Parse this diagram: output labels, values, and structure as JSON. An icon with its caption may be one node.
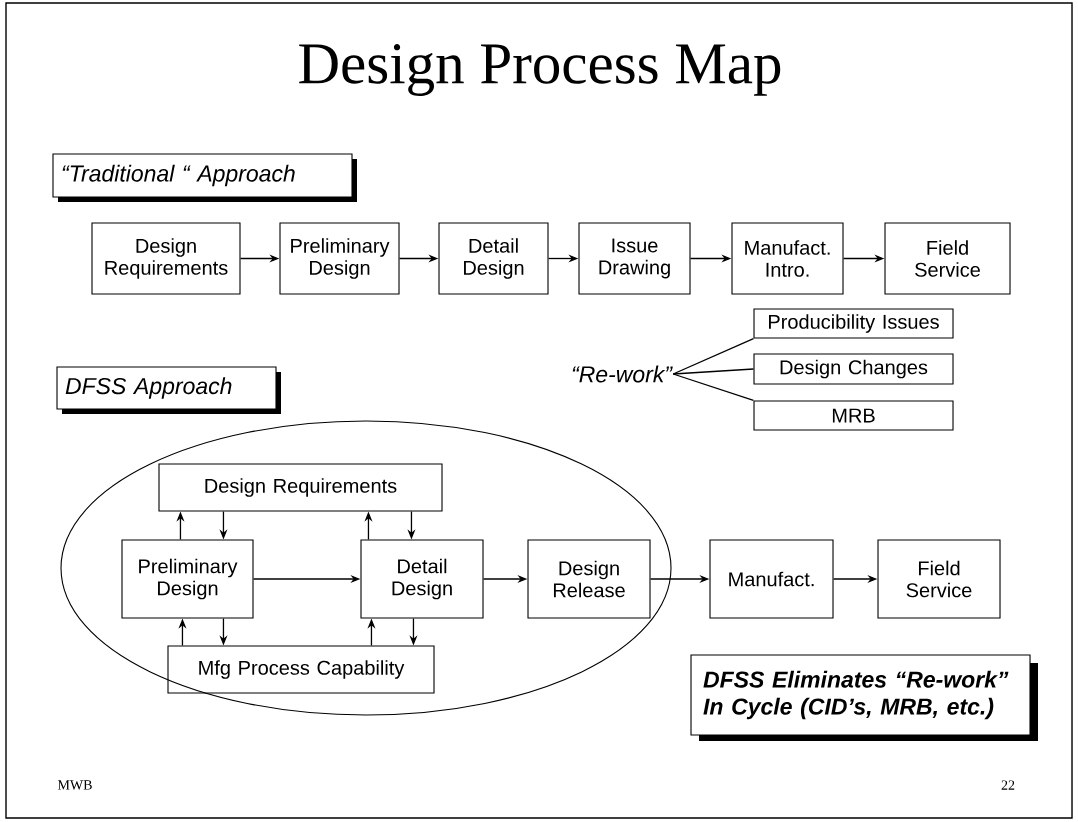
{
  "diagram": {
    "title": "Design Process Map",
    "nodes": [
      {
        "text": [
          "“Traditional “ Approach"
        ]
      },
      {
        "text": [
          "Design Requirements"
        ]
      },
      {
        "text": [
          "Preliminary Design"
        ]
      },
      {
        "text": [
          "Detail Design"
        ]
      },
      {
        "text": [
          "Issue Drawing"
        ]
      },
      {
        "text": [
          "Manufact. Intro."
        ]
      },
      {
        "text": [
          "Field Service"
        ]
      },
      {
        "text": [
          "“Re-work”"
        ]
      },
      {
        "text": [
          "Producibility Issues"
        ]
      },
      {
        "text": [
          "Design Changes"
        ]
      },
      {
        "text": [
          "MRB"
        ]
      },
      {
        "text": [
          "DFSS Approach"
        ]
      },
      {
        "text": [],
        "shape": "ellipse"
      },
      {
        "text": [
          "Design Requirements"
        ],
        "in": 12
      },
      {
        "text": [
          "Preliminary Design"
        ],
        "in": 12
      },
      {
        "text": [
          "Detail Design"
        ],
        "in": 12
      },
      {
        "text": [
          "Design Release"
        ],
        "in": 12
      },
      {
        "text": [
          "Mfg Process Capability"
        ],
        "in": 12
      },
      {
        "text": [
          "Manufact."
        ]
      },
      {
        "text": [
          "Field Service"
        ]
      },
      {
        "text": [
          "DFSS Eliminates “Re-work” In Cycle (CID’s, MRB, etc.)"
        ]
      }
    ],
    "edges": [
      {
        "from": 1,
        "to": 2,
        "arrow": "to"
      },
      {
        "from": 2,
        "to": 3,
        "arrow": "to"
      },
      {
        "from": 3,
        "to": 4,
        "arrow": "to"
      },
      {
        "from": 4,
        "to": 5,
        "arrow": "to"
      },
      {
        "from": 5,
        "to": 6,
        "arrow": "to"
      },
      {
        "from": 7,
        "to": 8,
        "arrow": "none"
      },
      {
        "from": 7,
        "to": 9,
        "arrow": "none"
      },
      {
        "from": 7,
        "to": 10,
        "arrow": "none"
      },
      {
        "from": 14,
        "to": 13,
        "arrow": "to"
      },
      {
        "from": 13,
        "to": 14,
        "arrow": "to"
      },
      {
        "from": 15,
        "to": 13,
        "arrow": "to"
      },
      {
        "from": 13,
        "to": 15,
        "arrow": "to"
      },
      {
        "from": 14,
        "to": 17,
        "arrow": "to"
      },
      {
        "from": 17,
        "to": 14,
        "arrow": "to"
      },
      {
        "from": 15,
        "to": 17,
        "arrow": "to"
      },
      {
        "from": 17,
        "to": 15,
        "arrow": "to"
      },
      {
        "from": 14,
        "to": 15,
        "arrow": "to"
      },
      {
        "from": 15,
        "to": 16,
        "arrow": "to"
      },
      {
        "from": 16,
        "to": 18,
        "arrow": "to"
      },
      {
        "from": 18,
        "to": 19,
        "arrow": "to"
      }
    ],
    "labels": [
      "MWB",
      "22"
    ]
  }
}
